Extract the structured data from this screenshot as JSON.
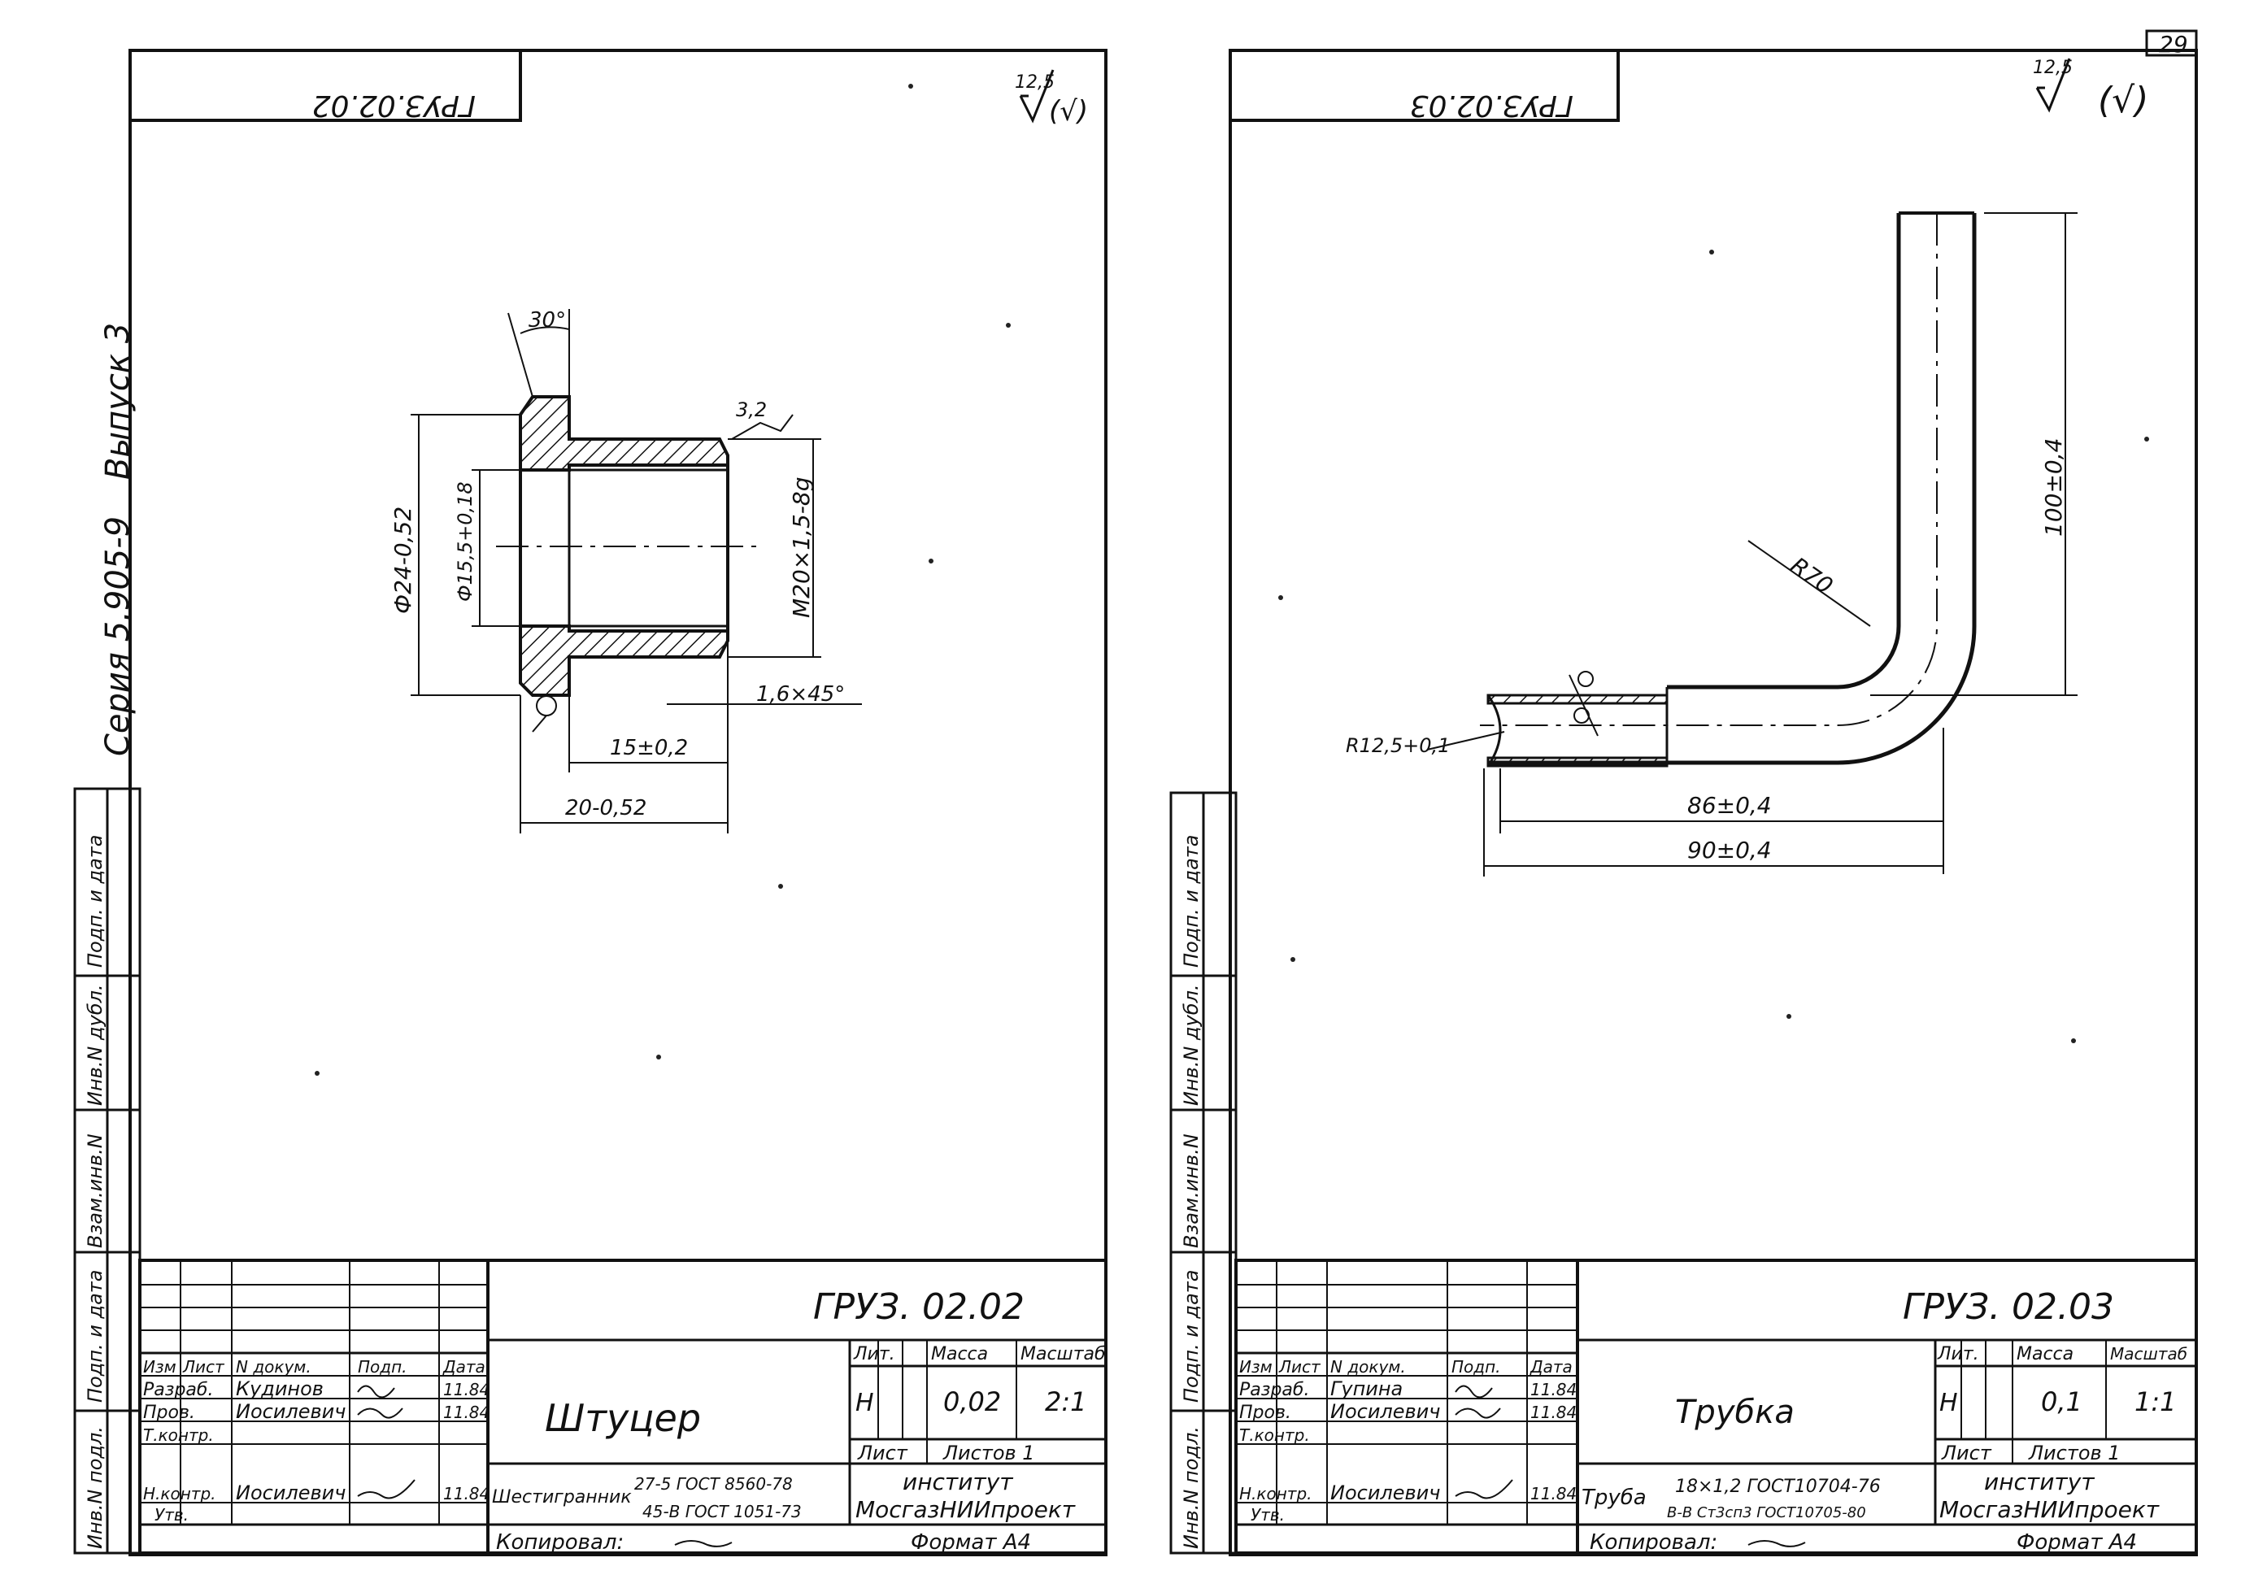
{
  "page_number": "29",
  "left_sheet": {
    "top_code": "ГРУЗ.02.02",
    "roughness": "12,5",
    "roughness_rest": "(√)",
    "series": "Серия 5.905-9",
    "issue": "Выпуск 3",
    "dims": {
      "angle": "30°",
      "chamfer_thread": "3,2",
      "outer_d": "Ф24-0,52",
      "bore_d": "Ф15,5+0,18",
      "thread": "М20×1,5-8g",
      "chamfer": "1,6×45°",
      "len15": "15±0,2",
      "len20": "20-0,52"
    },
    "title_block": {
      "code": "ГРУЗ. 02.02",
      "name": "Штуцер",
      "material_label": "Шестигранник",
      "material_line1": "27-5 ГОСТ 8560-78",
      "material_line2": "45-В ГОСТ 1051-73",
      "lit_header": "Лит.",
      "mass_header": "Масса",
      "scale_header": "Масштаб",
      "lit": "Н",
      "mass": "0,02",
      "scale": "2:1",
      "sheet_label": "Лист",
      "sheets_label": "Листов 1",
      "org1": "институт",
      "org2": "МосгазНИИпроект",
      "copied": "Копировал:",
      "format": "Формат А4",
      "col_izm": "Изм",
      "col_list": "Лист",
      "col_doc": "N докум.",
      "col_sign": "Подп.",
      "col_date": "Дата",
      "role1": "Разраб.",
      "name1": "Кудинов",
      "date1": "11.84",
      "role2": "Пров.",
      "name2": "Иосилевич",
      "date2": "11.84",
      "role3": "Т.контр.",
      "role4": "Н.контр.",
      "name4": "Иосилевич",
      "date4": "11.84",
      "role5": "Утв."
    }
  },
  "right_sheet": {
    "top_code": "ГРУЗ.02.03",
    "roughness": "12,5",
    "roughness_rest": "(√)",
    "dims": {
      "radius": "R70",
      "height": "100±0,4",
      "end_radius": "R12,5+0,1",
      "len86": "86±0,4",
      "len90": "90±0,4"
    },
    "title_block": {
      "code": "ГРУЗ. 02.03",
      "name": "Трубка",
      "material_label": "Труба",
      "material_line1": "18×1,2 ГОСТ10704-76",
      "material_line2": "В-В Ст3сп3 ГОСТ10705-80",
      "lit_header": "Лит.",
      "mass_header": "Масса",
      "scale_header": "Масштаб",
      "lit": "Н",
      "mass": "0,1",
      "scale": "1:1",
      "sheet_label": "Лист",
      "sheets_label": "Листов 1",
      "org1": "институт",
      "org2": "МосгазНИИпроект",
      "copied": "Копировал:",
      "format": "Формат А4",
      "col_izm": "Изм",
      "col_list": "Лист",
      "col_doc": "N докум.",
      "col_sign": "Подп.",
      "col_date": "Дата",
      "role1": "Разраб.",
      "name1": "Гупина",
      "date1": "11.84",
      "role2": "Пров.",
      "name2": "Иосилевич",
      "date2": "11.84",
      "role3": "Т.контр.",
      "role4": "Н.контр.",
      "name4": "Иосилевич",
      "date4": "11.84",
      "role5": "Утв."
    }
  },
  "side_stamp": [
    "Инв.N подл.",
    "Подп. и дата",
    "Взам.инв.N",
    "Инв.N дубл.",
    "Подп. и дата"
  ]
}
